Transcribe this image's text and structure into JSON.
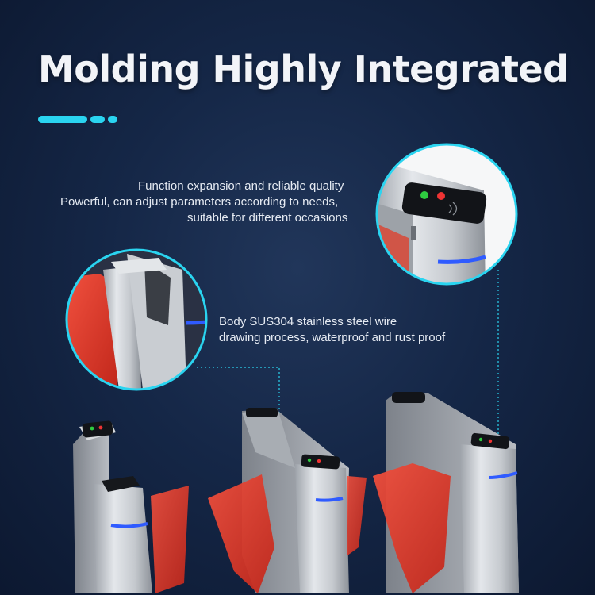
{
  "headline": "Molding Highly Integrated",
  "callouts": {
    "top": {
      "line1": "Function expansion and reliable quality",
      "line2": "Powerful, can adjust parameters according to needs,",
      "line3": "suitable for different occasions"
    },
    "middle": {
      "line1": "Body SUS304 stainless steel wire",
      "line2": "drawing process, waterproof and rust proof"
    }
  },
  "colors": {
    "background": "#152747",
    "accent_cyan": "#2ad4f0",
    "gate_red": "#e23b2c",
    "led_blue": "#2f5bff",
    "steel": "#c8ccd1"
  },
  "icons": [
    "decorative-dash-icon",
    "rfid-reader-icon"
  ]
}
